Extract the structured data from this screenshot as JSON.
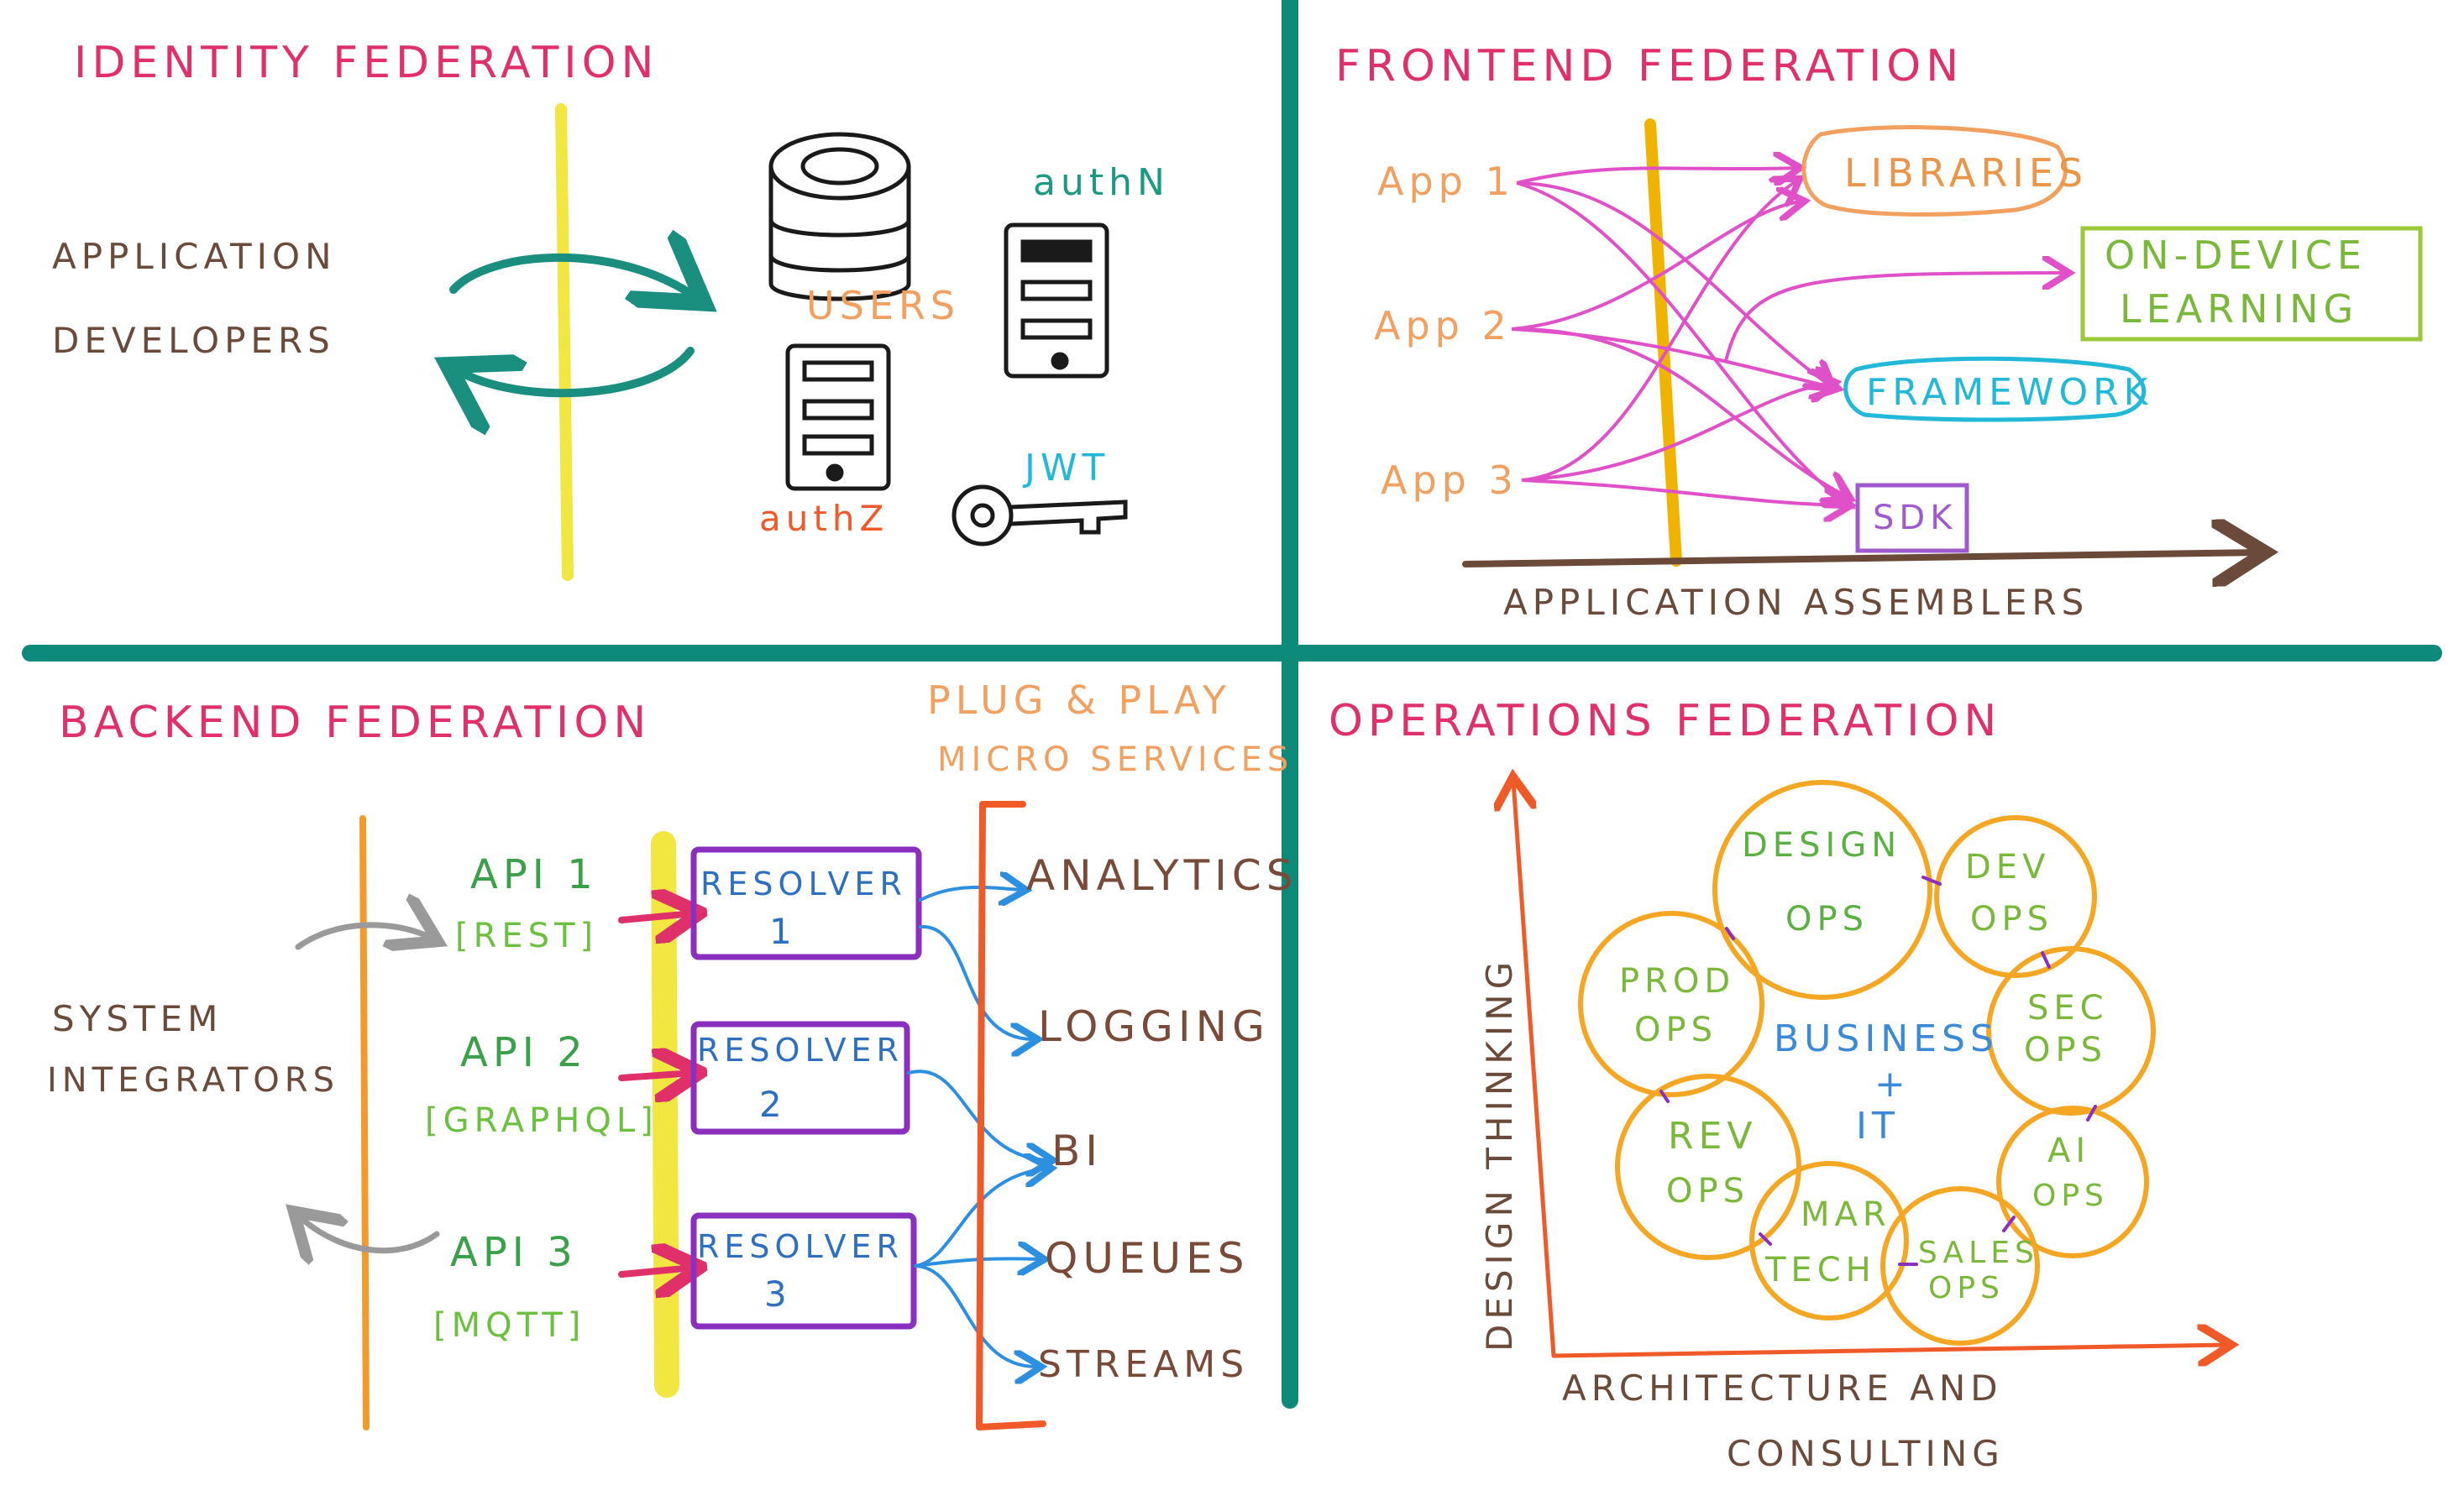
{
  "quadrants": {
    "identity": {
      "title": "IDENTITY FEDERATION",
      "audience_line1": "APPLICATION",
      "audience_line2": "DEVELOPERS",
      "users_label": "USERS",
      "authn_label": "authN",
      "authz_label": "authZ",
      "jwt_label": "JWT"
    },
    "frontend": {
      "title": "FRONTEND FEDERATION",
      "apps": [
        "App 1",
        "App 2",
        "App 3"
      ],
      "libraries": "LIBRARIES",
      "on_device_line1": "ON-DEVICE",
      "on_device_line2": "LEARNING",
      "framework": "FRAMEWORK",
      "sdk": "SDK",
      "axis_label": "APPLICATION ASSEMBLERS"
    },
    "backend": {
      "title": "BACKEND FEDERATION",
      "plug_line1": "PLUG & PLAY",
      "plug_line2": "MICRO SERVICES",
      "audience_line1": "SYSTEM",
      "audience_line2": "INTEGRATORS",
      "apis": [
        {
          "name": "API 1",
          "proto": "[REST]"
        },
        {
          "name": "API 2",
          "proto": "[GRAPHQL]"
        },
        {
          "name": "API 3",
          "proto": "[MQTT]"
        }
      ],
      "resolvers": [
        {
          "label": "RESOLVER",
          "num": "1"
        },
        {
          "label": "RESOLVER",
          "num": "2"
        },
        {
          "label": "RESOLVER",
          "num": "3"
        }
      ],
      "services": [
        "ANALYTICS",
        "LOGGING",
        "BI",
        "QUEUES",
        "STREAMS"
      ]
    },
    "operations": {
      "title": "OPERATIONS FEDERATION",
      "y_axis": "DESIGN THINKING",
      "x_axis_line1": "ARCHITECTURE AND",
      "x_axis_line2": "CONSULTING",
      "center_line1": "BUSINESS",
      "center_line2": "+",
      "center_line3": "IT",
      "circles": [
        {
          "line1": "DESIGN",
          "line2": "OPS"
        },
        {
          "line1": "DEV",
          "line2": "OPS"
        },
        {
          "line1": "SEC",
          "line2": "OPS"
        },
        {
          "line1": "AI",
          "line2": "OPS"
        },
        {
          "line1": "SALES",
          "line2": "OPS"
        },
        {
          "line1": "MAR",
          "line2": "TECH"
        },
        {
          "line1": "REV",
          "line2": "OPS"
        },
        {
          "line1": "PROD",
          "line2": "OPS"
        }
      ]
    }
  },
  "colors": {
    "divider": "#0e8a7a",
    "title": "#e0306a",
    "boundary_yellow": "#f2e640",
    "boundary_gold": "#f0b400",
    "boundary_orange": "#f39a2a",
    "arrow_magenta": "#e050c8",
    "resolver_purple": "#8a2fc0",
    "service_blue": "#2d8fe0",
    "ops_circle": "#f5a623"
  }
}
